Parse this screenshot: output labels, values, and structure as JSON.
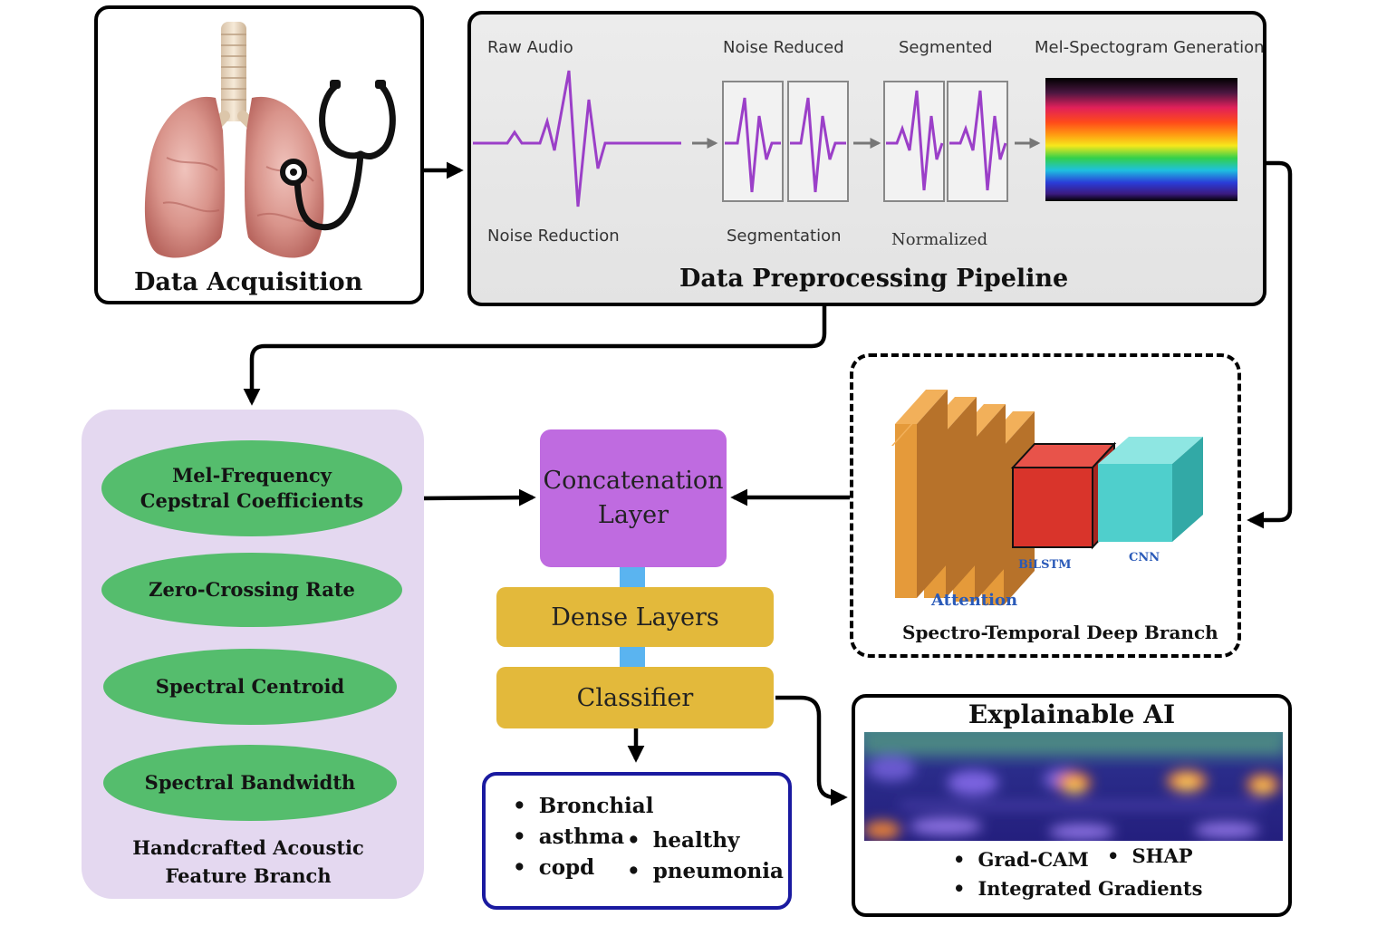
{
  "acquisition": {
    "title": "Data Acquisition"
  },
  "pipeline": {
    "title": "Data Preprocessing Pipeline",
    "labels": {
      "raw_audio": "Raw Audio",
      "noise_reduced": "Noise Reduced",
      "segmented": "Segmented",
      "mel_generation": "Mel-Spectogram Generation",
      "noise_reduction": "Noise Reduction",
      "segmentation": "Segmentation",
      "normalized": "Normalized"
    }
  },
  "handcrafted": {
    "title_line1": "Handcrafted Acoustic",
    "title_line2": "Feature Branch",
    "features": {
      "mfcc_line1": "Mel-Frequency",
      "mfcc_line2": "Cepstral Coefficients",
      "zcr": "Zero-Crossing Rate",
      "centroid": "Spectral Centroid",
      "bandwidth": "Spectral Bandwidth"
    }
  },
  "deep_branch": {
    "title": "Spectro-Temporal Deep Branch",
    "attention": "Attention",
    "bilstm": "BiLSTM",
    "cnn": "CNN"
  },
  "fusion": {
    "concat_line1": "Concatenation",
    "concat_line2": "Layer",
    "dense": "Dense Layers",
    "classifier": "Classifier"
  },
  "classes": {
    "col1": [
      "Bronchial",
      "asthma",
      "copd"
    ],
    "col2": [
      "healthy",
      "pneumonia"
    ]
  },
  "xai": {
    "title": "Explainable AI",
    "methods": {
      "gradcam": "Grad-CAM",
      "shap": "SHAP",
      "ig": "Integrated Gradients"
    }
  },
  "colors": {
    "feature_green": "#55bd6d",
    "branch_lavender": "#e4d8f0",
    "concat_purple": "#bf6be0",
    "dense_gold": "#e3b93b",
    "connector_blue": "#5ab4f0",
    "waveform_purple": "#9b3fc8",
    "attention_orange": "#e59a3a",
    "bilstm_red": "#d9342b",
    "cnn_teal": "#4fcfcc"
  }
}
